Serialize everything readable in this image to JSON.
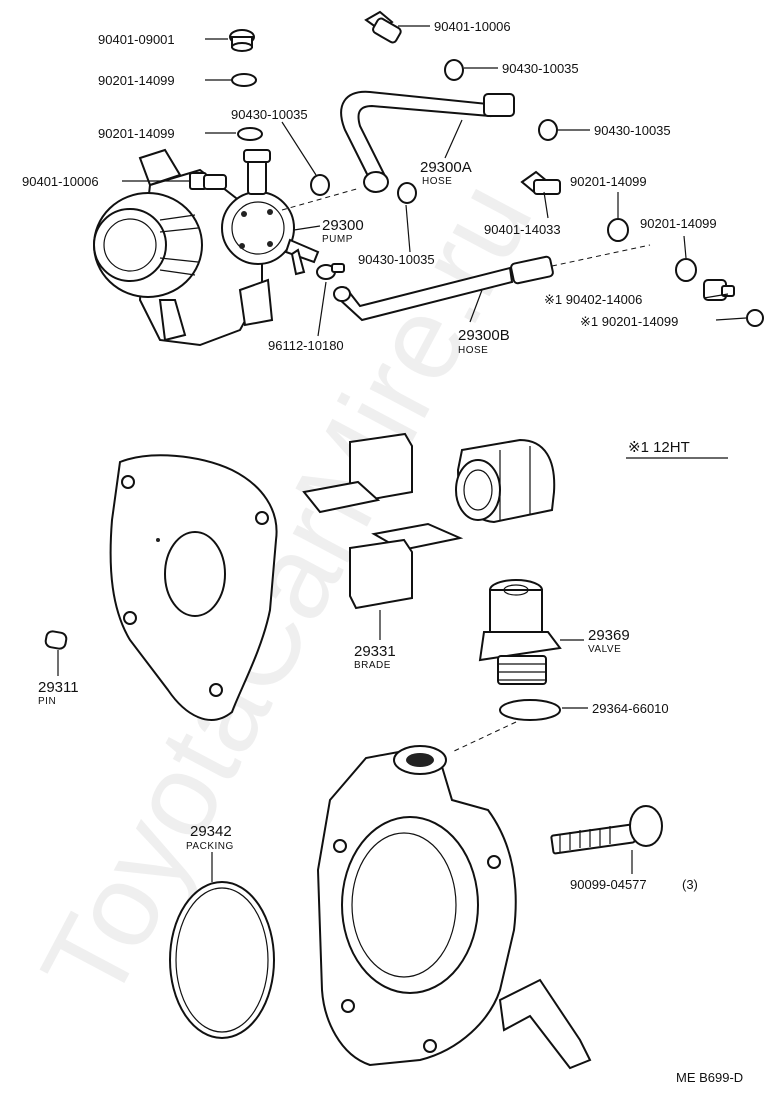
{
  "labels": {
    "p90401_09001": "90401-09001",
    "p90201_14099_a": "90201-14099",
    "p90201_14099_b": "90201-14099",
    "p90401_10006_a": "90401-10006",
    "p90401_10006_b": "90401-10006",
    "p90430_10035_a": "90430-10035",
    "p90430_10035_b": "90430-10035",
    "p90430_10035_c": "90430-10035",
    "p90430_10035_d": "90430-10035",
    "p29300A": "29300A",
    "hose_a": "HOSE",
    "p29300": "29300",
    "pump": "PUMP",
    "p90401_14033": "90401-14033",
    "p90201_14099_c": "90201-14099",
    "p90201_14099_d": "90201-14099",
    "p90402_14006": "※1 90402-14006",
    "p90201_14099_e": "※1 90201-14099",
    "p96112_10180": "96112-10180",
    "p29300B": "29300B",
    "hose_b": "HOSE",
    "note": "※1 12HT",
    "p29331": "29331",
    "brade": "BRADE",
    "p29369": "29369",
    "valve": "VALVE",
    "p29311": "29311",
    "pin": "PIN",
    "p29364": "29364-66010",
    "p29342": "29342",
    "packing": "PACKING",
    "p90099": "90099-04577",
    "qty": "(3)",
    "code": "ME B699-D"
  },
  "watermark": "ToyotaCarMire.ru"
}
